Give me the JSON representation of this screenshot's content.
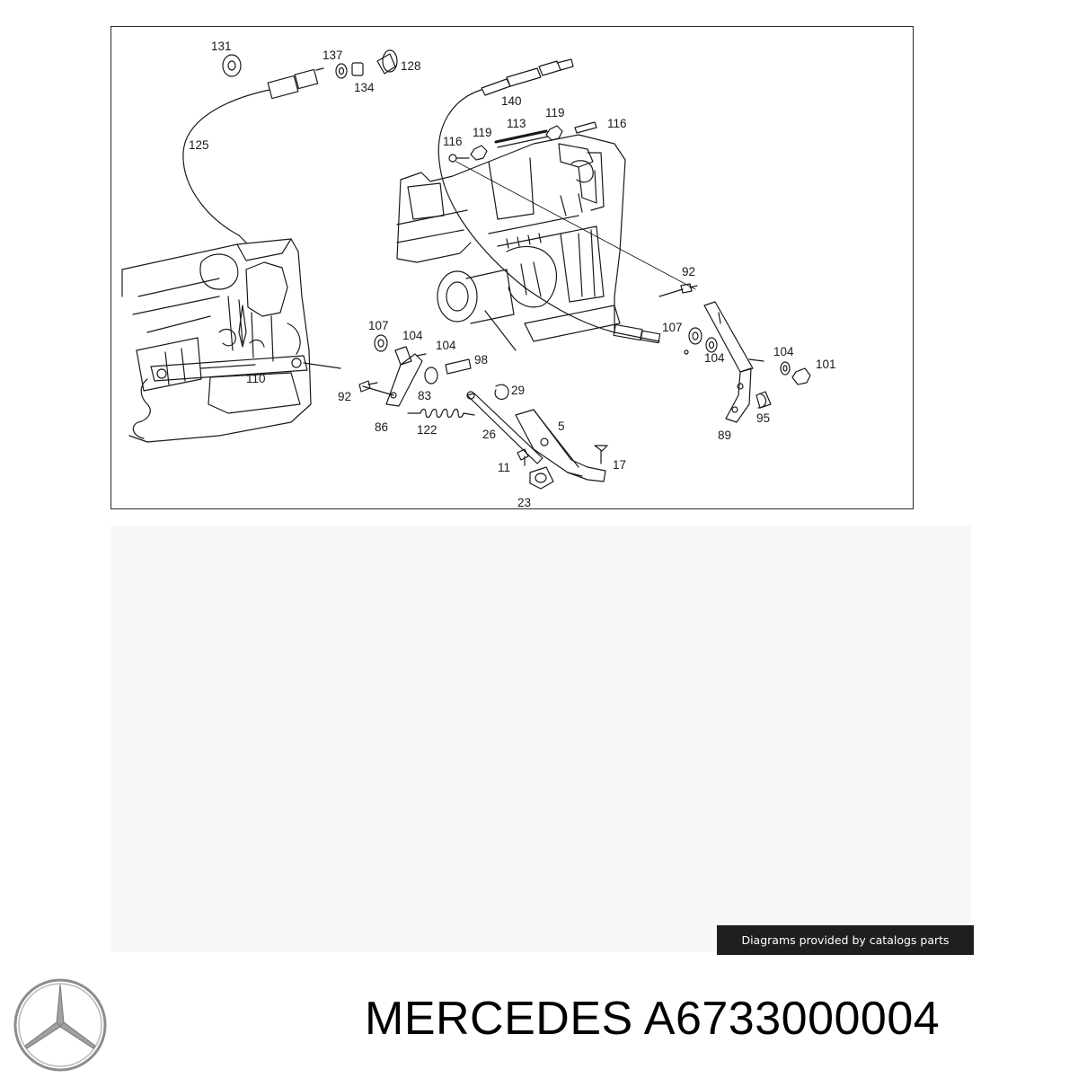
{
  "diagram": {
    "callouts": [
      {
        "id": "c131",
        "text": "131"
      },
      {
        "id": "c137",
        "text": "137"
      },
      {
        "id": "c128",
        "text": "128"
      },
      {
        "id": "c134",
        "text": "134"
      },
      {
        "id": "c125",
        "text": "125"
      },
      {
        "id": "c140",
        "text": "140"
      },
      {
        "id": "c119a",
        "text": "119"
      },
      {
        "id": "c113",
        "text": "113"
      },
      {
        "id": "c119b",
        "text": "119"
      },
      {
        "id": "c116a",
        "text": "116"
      },
      {
        "id": "c116b",
        "text": "116"
      },
      {
        "id": "c92a",
        "text": "92"
      },
      {
        "id": "c107a",
        "text": "107"
      },
      {
        "id": "c104a",
        "text": "104"
      },
      {
        "id": "c104b",
        "text": "104"
      },
      {
        "id": "c98",
        "text": "98"
      },
      {
        "id": "c107b",
        "text": "107"
      },
      {
        "id": "c104c",
        "text": "104"
      },
      {
        "id": "c104d",
        "text": "104"
      },
      {
        "id": "c101",
        "text": "101"
      },
      {
        "id": "c110",
        "text": "110"
      },
      {
        "id": "c92b",
        "text": "92"
      },
      {
        "id": "c83",
        "text": "83"
      },
      {
        "id": "c29",
        "text": "29"
      },
      {
        "id": "c86",
        "text": "86"
      },
      {
        "id": "c122",
        "text": "122"
      },
      {
        "id": "c26",
        "text": "26"
      },
      {
        "id": "c5",
        "text": "5"
      },
      {
        "id": "c95",
        "text": "95"
      },
      {
        "id": "c89",
        "text": "89"
      },
      {
        "id": "c17",
        "text": "17"
      },
      {
        "id": "c11",
        "text": "11"
      },
      {
        "id": "c23",
        "text": "23"
      }
    ]
  },
  "credit": "Diagrams provided by catalogs parts",
  "title": "MERCEDES A6733000004",
  "colors": {
    "ink": "#1a1a1a",
    "badge": "#1f1f1f",
    "logo": "#8c8c8c"
  },
  "icons": {
    "logo": "mercedes-star-icon"
  }
}
